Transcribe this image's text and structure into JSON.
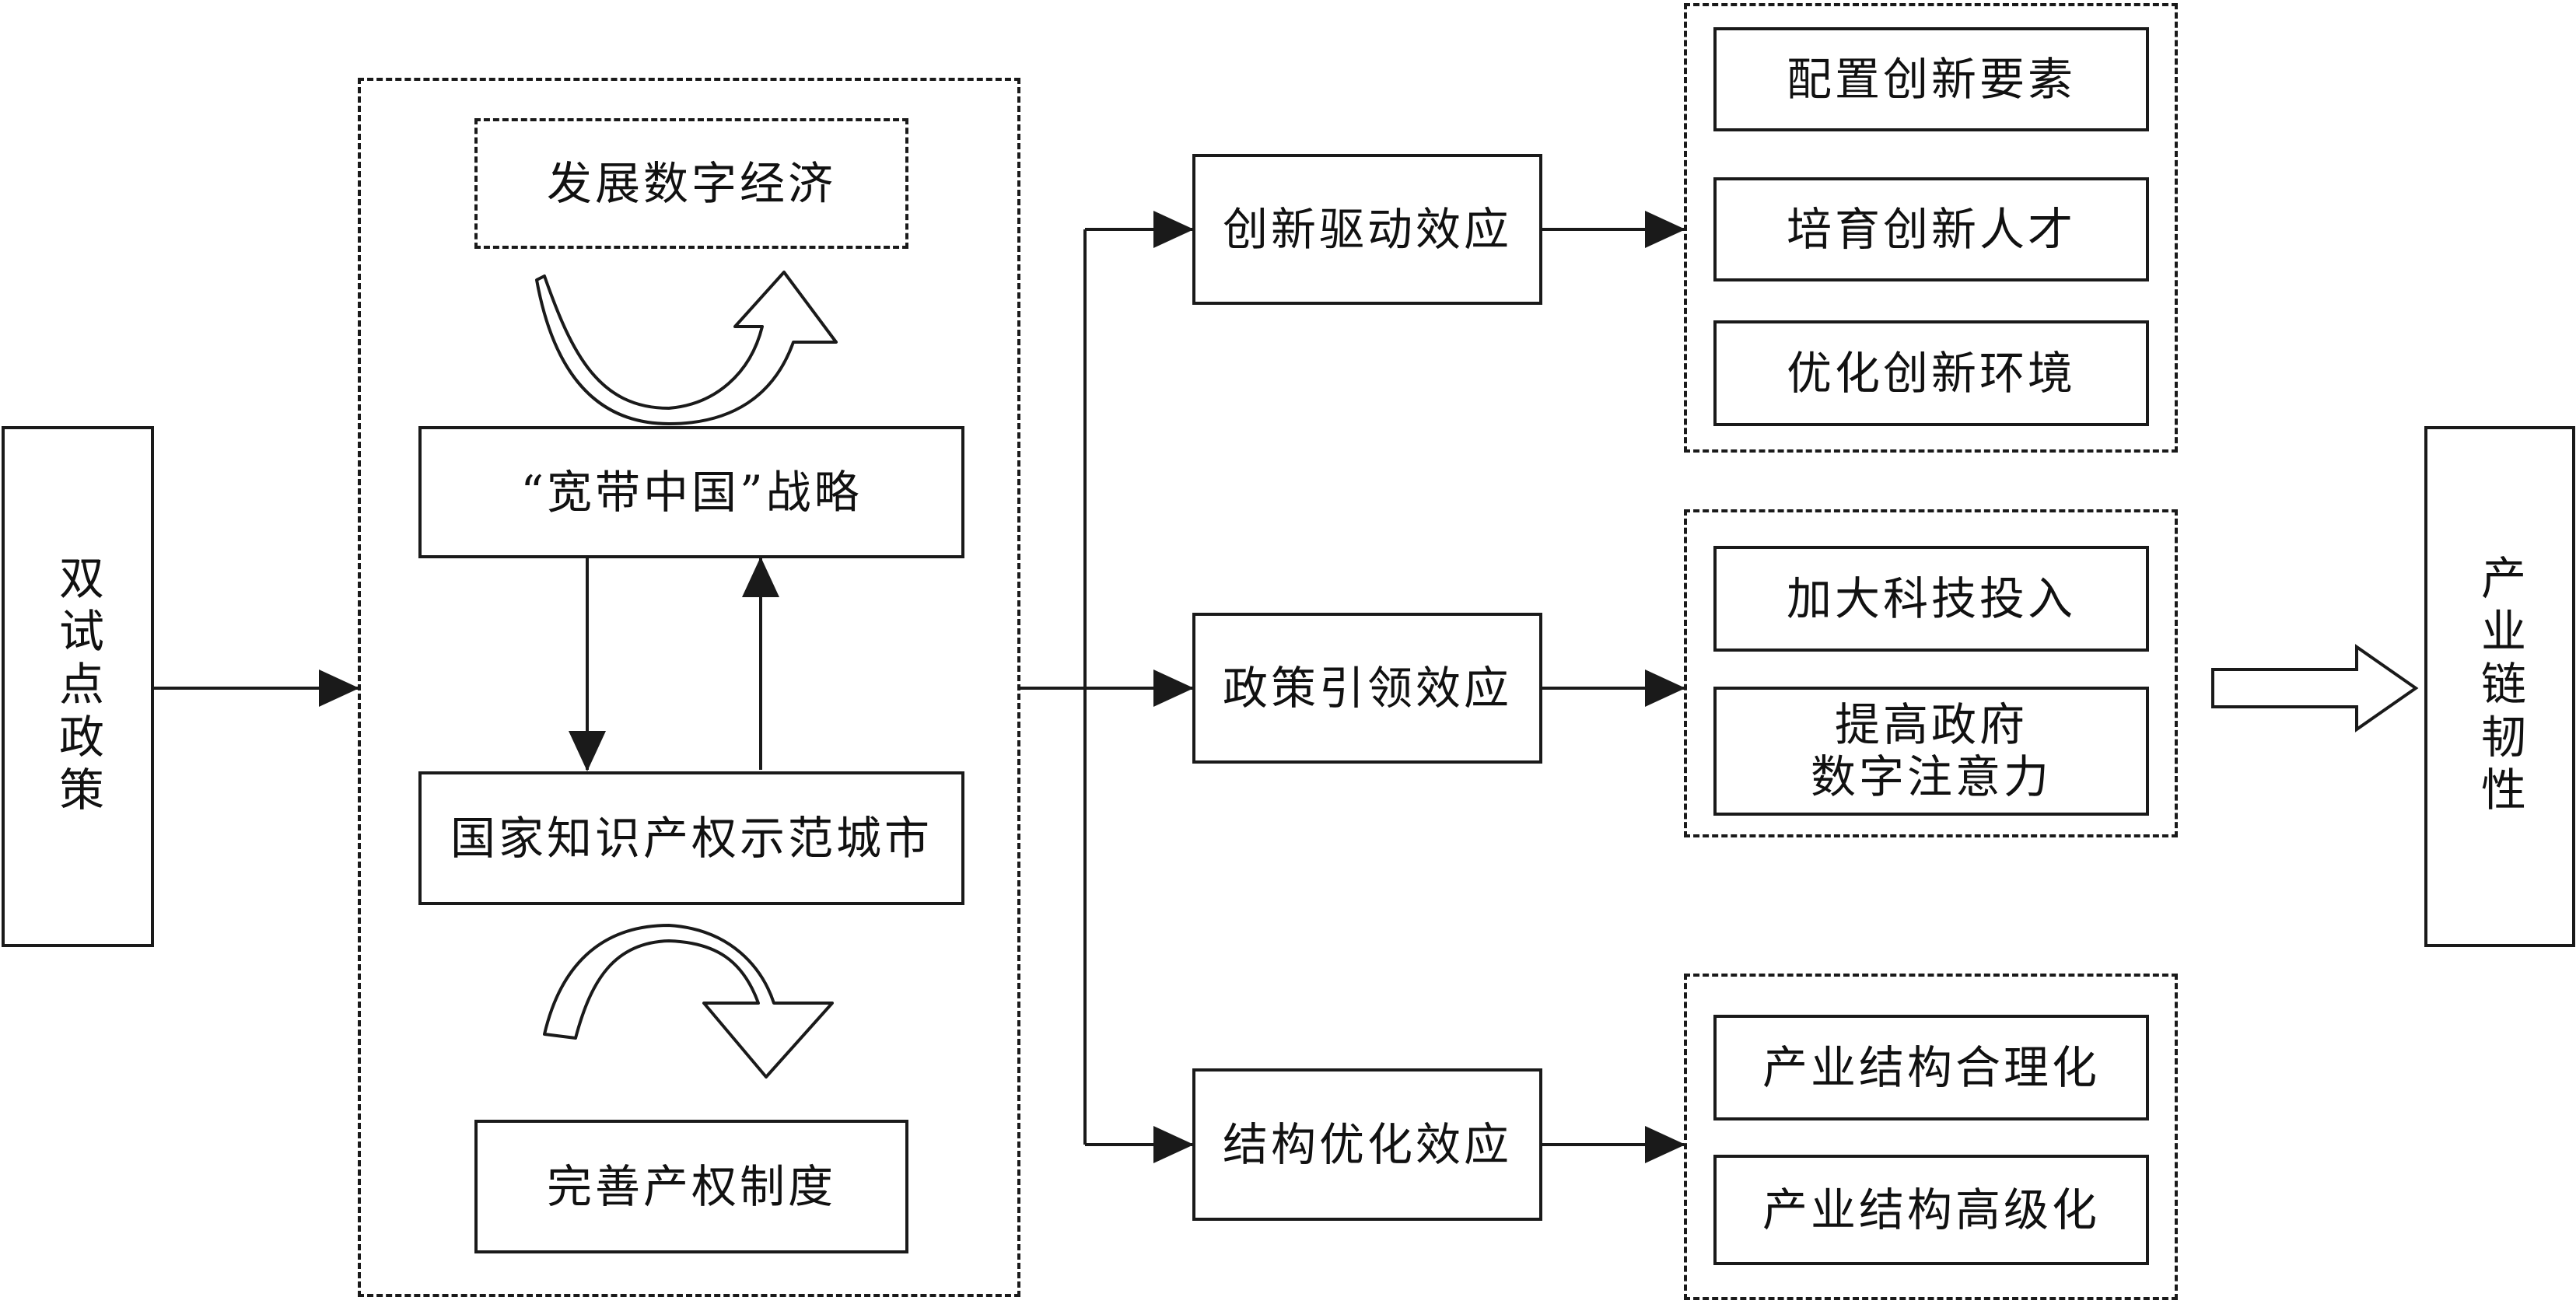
{
  "left_node": {
    "label": "双试点政策"
  },
  "right_node": {
    "label": "产业链韧性"
  },
  "policy_group": {
    "top_outcome": "发展数字经济",
    "strategy": "“宽带中国”战略",
    "city_program": "国家知识产权示范城市",
    "bottom_outcome": "完善产权制度"
  },
  "effects": [
    {
      "label": "创新驱动效应"
    },
    {
      "label": "政策引领效应"
    },
    {
      "label": "结构优化效应"
    }
  ],
  "innovation_paths": [
    "配置创新要素",
    "培育创新人才",
    "优化创新环境"
  ],
  "policy_paths": {
    "line1": "加大科技投入",
    "line2a": "提高政府",
    "line2b": "数字注意力"
  },
  "structure_paths": [
    "产业结构合理化",
    "产业结构高级化"
  ],
  "colors": {
    "stroke": "#1a1a1a",
    "background": "#ffffff"
  }
}
